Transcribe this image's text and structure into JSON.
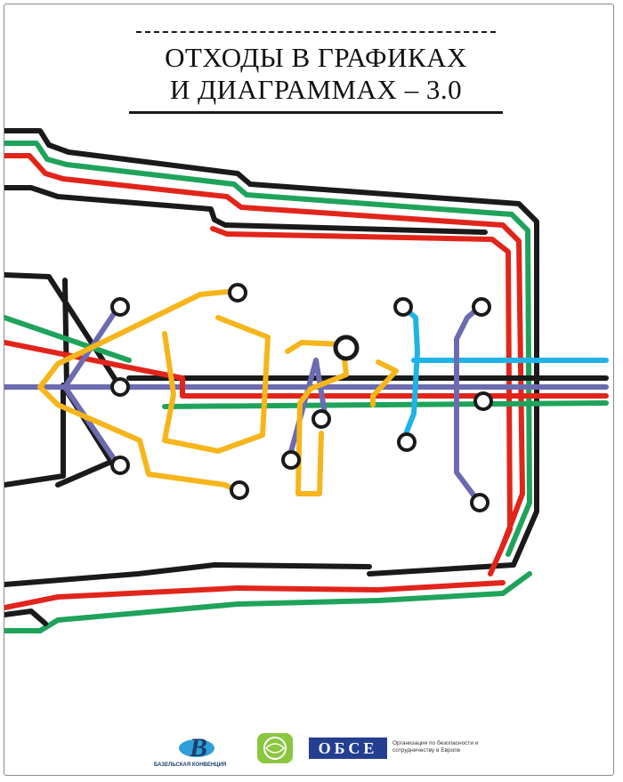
{
  "cover": {
    "title_line1": "ОТХОДЫ В ГРАФИКАХ",
    "title_line2": "И ДИАГРАММАХ – 3.0"
  },
  "logos": {
    "basel_label": "БАЗЕЛЬСКАЯ КОНВЕНЦИЯ",
    "osce_abbr": "ОБСЕ",
    "osce_name": "Организация по безопасности и сотрудничеству в Европе"
  },
  "colors": {
    "black": "#1a1a1a",
    "red": "#e1251b",
    "green": "#1fa35b",
    "yellow": "#f5b51b",
    "purple": "#6c6bb0",
    "cyan": "#1fb3e6",
    "osce_blue": "#243f8f"
  }
}
